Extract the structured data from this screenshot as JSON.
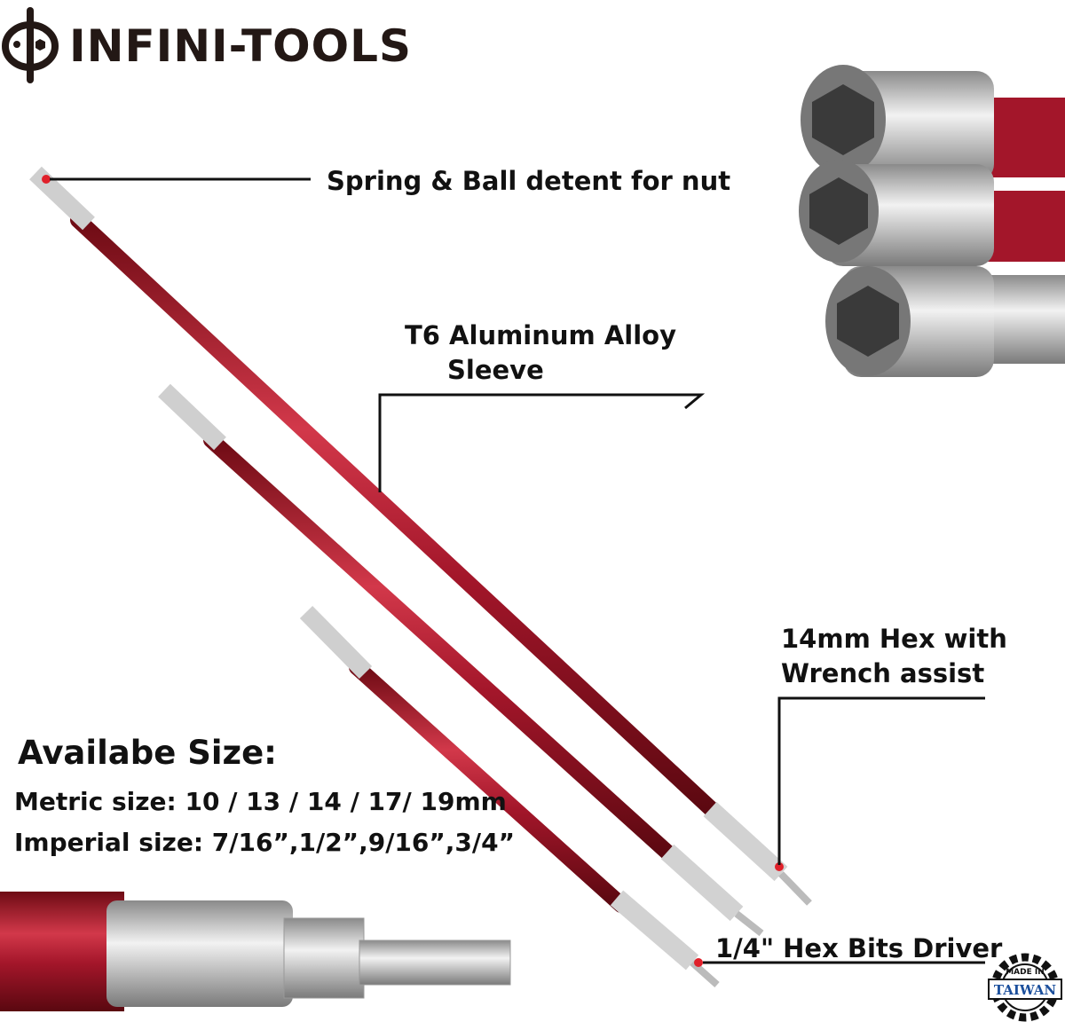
{
  "brand": {
    "logo_text": "INFINI-TOOLS"
  },
  "callouts": {
    "detent": "Spring & Ball detent for nut",
    "sleeve_line1": "T6 Aluminum Alloy",
    "sleeve_line2": "Sleeve",
    "hex_line1": "14mm Hex with",
    "hex_line2": "Wrench assist",
    "bits": "1/4\" Hex Bits Driver"
  },
  "sizes": {
    "heading": "Availabe Size:",
    "metric": "Metric size: 10 / 13 / 14 / 17/ 19mm",
    "imperial": "Imperial size: 7/16”,1/2”,9/16”,3/4”"
  },
  "badge": {
    "top_text": "MADE IN",
    "center_text": "TAIWAN"
  },
  "colors": {
    "rod_red": "#9e1421",
    "steel": "#c8c8c8",
    "text": "#111111",
    "badge_blue": "#1b4f9c"
  }
}
